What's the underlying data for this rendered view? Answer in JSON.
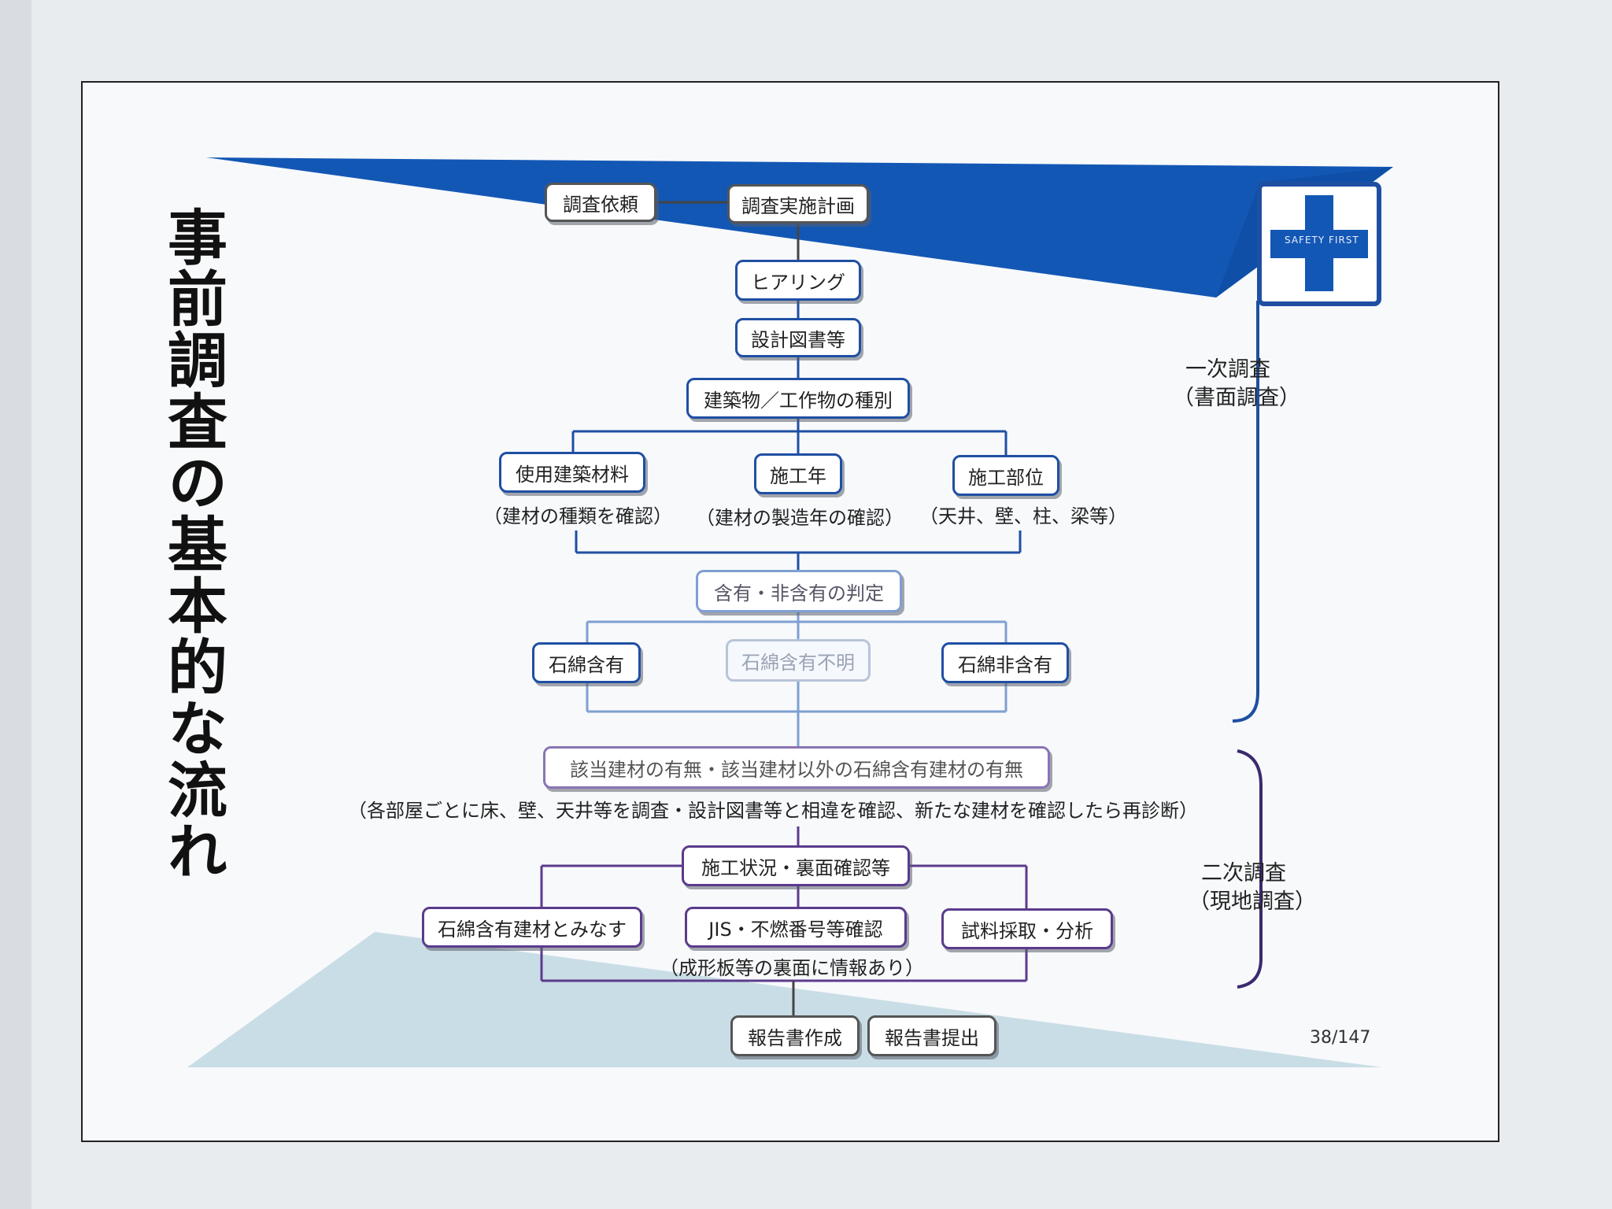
{
  "title": "事前調査の基本的な流れ",
  "phases": {
    "primary": {
      "label": "一次調査",
      "sub": "（書面調査）"
    },
    "secondary": {
      "label": "二次調査",
      "sub": "（現地調査）"
    }
  },
  "nodes": {
    "request": "調査依頼",
    "plan": "調査実施計画",
    "hearing": "ヒアリング",
    "drawings": "設計図書等",
    "building_type": "建築物／工作物の種別",
    "materials": "使用建築材料",
    "year": "施工年",
    "location": "施工部位",
    "judgement": "含有・非含有の判定",
    "contains": "石綿含有",
    "unknown": "石綿含有不明",
    "not_contains": "石綿非含有",
    "presence": "該当建材の有無・該当建材以外の石綿含有建材の有無",
    "site_check": "施工状況・裏面確認等",
    "deemed": "石綿含有建材とみなす",
    "jis": "JIS・不燃番号等確認",
    "sampling": "試料採取・分析",
    "report_make": "報告書作成",
    "report_submit": "報告書提出"
  },
  "notes": {
    "materials": "（建材の種類を確認）",
    "year": "（建材の製造年の確認）",
    "location": "（天井、壁、柱、梁等）",
    "presence": "（各部屋ごとに床、壁、天井等を調査・設計図書等と相違を確認、新たな建材を確認したら再診断）",
    "jis": "（成形板等の裏面に情報あり）"
  },
  "logo_text": "SAFETY FIRST",
  "page_number": "38/147",
  "colors": {
    "blue_banner": "#1357b5",
    "teal_band": "#c9dde6",
    "blue_line": "#1f4fa3",
    "purple_line": "#5b3b8c"
  }
}
